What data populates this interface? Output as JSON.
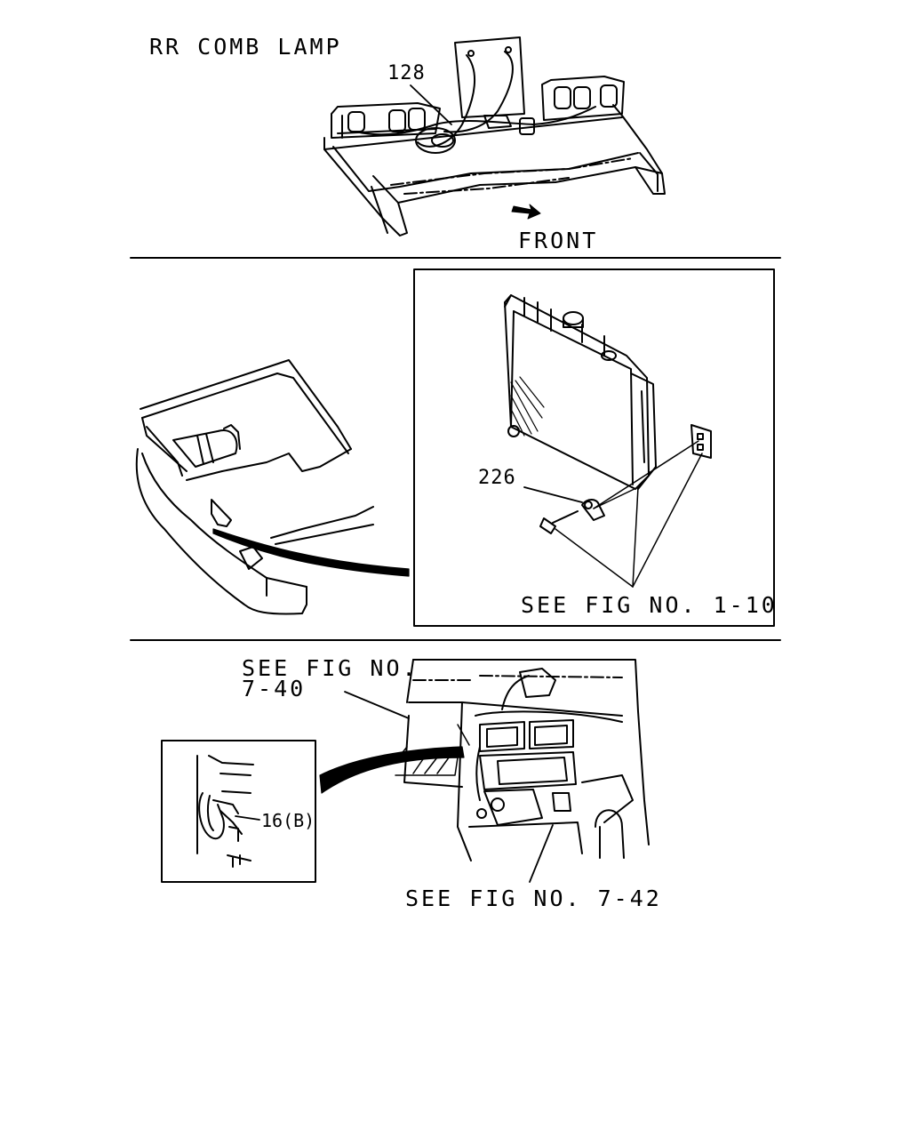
{
  "panels": {
    "top": {
      "title": "RR COMB LAMP",
      "part_ref": "128",
      "direction_label": "FRONT"
    },
    "middle": {
      "part_ref": "226",
      "see_fig": "SEE FIG NO. 1-10"
    },
    "bottom": {
      "see_fig_line1": "SEE FIG NO.",
      "see_fig_line2": "7-40",
      "inset_part_ref": "16(B)",
      "see_fig_bottom": "SEE FIG NO. 7-42"
    }
  },
  "colors": {
    "line": "#000000",
    "background": "#ffffff"
  }
}
